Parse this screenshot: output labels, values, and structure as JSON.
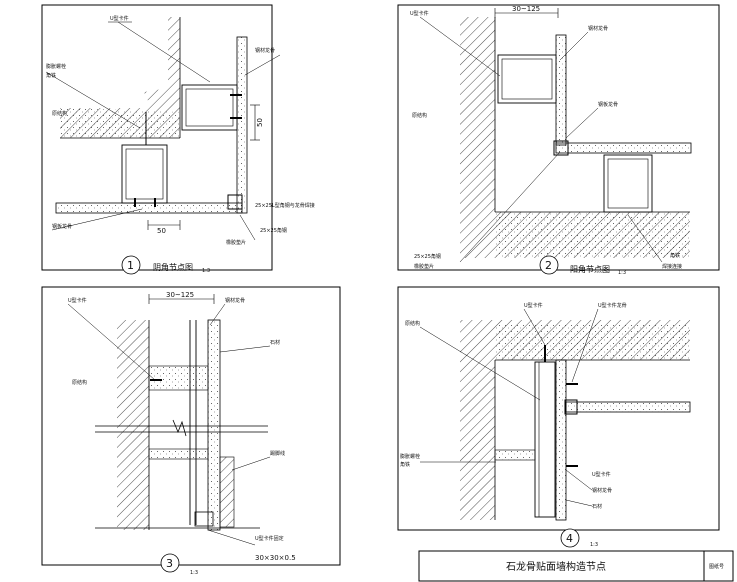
{
  "details": [
    {
      "number": "1",
      "title": "阴角节点图",
      "scale": "1:3",
      "dimensions": [
        "50",
        "50"
      ],
      "labels": [
        "U型卡件",
        "钢材龙骨",
        "角铁",
        "膨胀螺栓",
        "原结构",
        "25×25角钢",
        "25×25L型角钢与龙骨焊接",
        "钢板龙骨",
        "橡胶垫片"
      ]
    },
    {
      "number": "2",
      "title": "阳角节点图",
      "scale": "1:3",
      "dimensions": [
        "30~125"
      ],
      "labels": [
        "U型卡件",
        "钢材龙骨",
        "原结构",
        "钢板龙骨",
        "25×25角钢",
        "橡胶垫片",
        "角铁",
        "焊接连接"
      ]
    },
    {
      "number": "3",
      "title": "",
      "scale": "1:3",
      "dimensions": [
        "30~125",
        "30×30×0.5"
      ],
      "labels": [
        "U型卡件",
        "原结构",
        "钢材龙骨",
        "石材",
        "踢脚线",
        "U型卡件固定"
      ]
    },
    {
      "number": "4",
      "title": "",
      "scale": "1:3",
      "dimensions": [],
      "labels": [
        "U型卡件",
        "原结构",
        "U型卡件龙骨",
        "膨胀螺栓",
        "角铁",
        "U型卡件",
        "钢材龙骨",
        "石材"
      ]
    }
  ],
  "title_block": {
    "title": "石龙骨贴面墙构造节点",
    "field": "图纸号"
  }
}
